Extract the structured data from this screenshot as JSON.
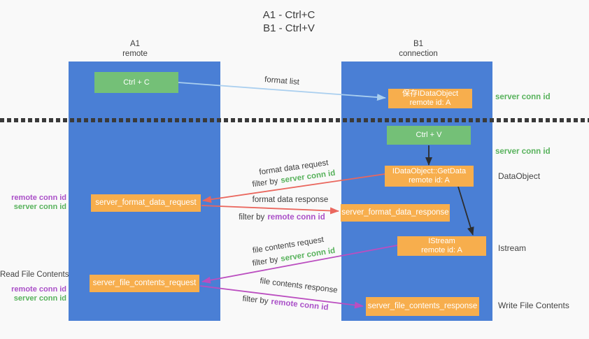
{
  "title": {
    "line1": "A1 - Ctrl+C",
    "line2": "B1 - Ctrl+V"
  },
  "lanes": {
    "left": {
      "name": "A1",
      "role": "remote"
    },
    "right": {
      "name": "B1",
      "role": "connection"
    }
  },
  "nodes": {
    "ctrl_c": {
      "label": "Ctrl + C"
    },
    "save_idataobject": {
      "line1": "保存IDataObject",
      "line2": "remote id: A"
    },
    "ctrl_v": {
      "label": "Ctrl + V"
    },
    "idataobject_getdata": {
      "line1": "IDataObject::GetData",
      "line2": "remote id: A"
    },
    "server_format_data_request": {
      "label": "server_format_data_request"
    },
    "server_format_data_response": {
      "label": "server_format_data_response"
    },
    "istream": {
      "line1": "IStream",
      "line2": "remote id: A"
    },
    "server_file_contents_request": {
      "label": "server_file_contents_request"
    },
    "server_file_contents_response": {
      "label": "server_file_contents_response"
    }
  },
  "annotations": {
    "format_list": "format list",
    "server_conn_id_right_top": "server conn id",
    "server_conn_id_right_mid": "server conn id",
    "dataobject": "DataObject",
    "istream_side": "Istream",
    "read_file_contents": "Read File Contents",
    "write_file_contents": "Write File Contents",
    "format_data_request": "format data request",
    "format_data_response": "format data response",
    "file_contents_request": "file contents request",
    "file_contents_response": "file contents response",
    "filter_by": "filter by",
    "server_conn_id": "server conn id",
    "remote_conn_id": "remote conn id"
  },
  "colors": {
    "lane_blue": "#4a7fd5",
    "box_orange": "#f7ae4d",
    "box_green": "#74c077",
    "arrow_red": "#ea675e",
    "arrow_magenta": "#bb4ec0",
    "arrow_lightblue": "#aacfef",
    "arrow_black": "#2d2d2d",
    "text_green": "#58b25c",
    "text_purple": "#aa50c8",
    "text_dark": "#3d3d3d",
    "background": "#f9f9f9"
  }
}
